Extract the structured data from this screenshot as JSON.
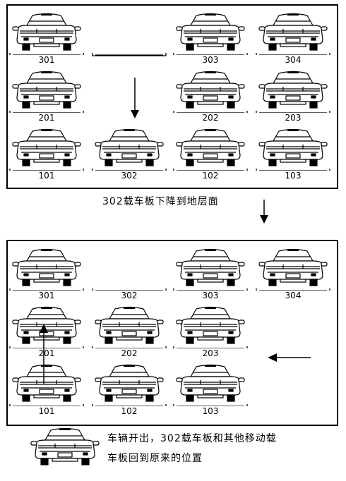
{
  "stage1": {
    "slots": [
      {
        "label": "301",
        "car": true
      },
      {
        "label": "",
        "car": false
      },
      {
        "label": "303",
        "car": true
      },
      {
        "label": "304",
        "car": true
      },
      {
        "label": "201",
        "car": true
      },
      {
        "label": "",
        "car": false
      },
      {
        "label": "202",
        "car": true
      },
      {
        "label": "203",
        "car": true
      },
      {
        "label": "101",
        "car": true
      },
      {
        "label": "302",
        "car": true
      },
      {
        "label": "102",
        "car": true
      },
      {
        "label": "103",
        "car": true
      }
    ]
  },
  "caption1": "302载车板下降到地层面",
  "stage2": {
    "slots": [
      {
        "label": "301",
        "car": true
      },
      {
        "label": "302",
        "car": false
      },
      {
        "label": "303",
        "car": true
      },
      {
        "label": "304",
        "car": true
      },
      {
        "label": "201",
        "car": true
      },
      {
        "label": "202",
        "car": true
      },
      {
        "label": "203",
        "car": true
      },
      {
        "label": "",
        "car": false
      },
      {
        "label": "101",
        "car": true
      },
      {
        "label": "102",
        "car": true
      },
      {
        "label": "103",
        "car": true
      },
      {
        "label": "",
        "car": false
      }
    ]
  },
  "caption2": {
    "line1": "车辆开出，302载车板和其他移动载",
    "line2": "车板回到原来的位置"
  }
}
